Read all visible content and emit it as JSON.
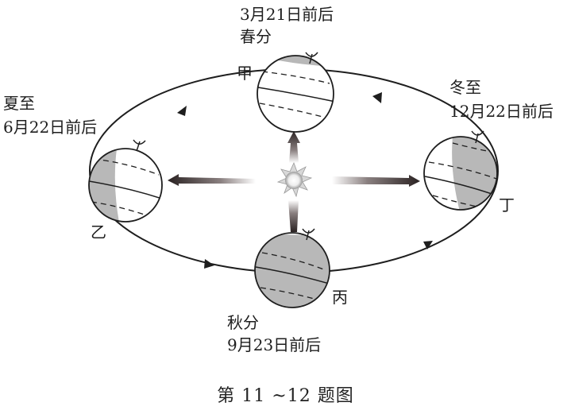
{
  "diagram": {
    "type": "earth-orbit-solstice-equinox",
    "caption": "第 11 ~12 题图",
    "sun": {
      "name": "sun-icon"
    },
    "orbit_direction": "counterclockwise",
    "positions": [
      {
        "id": "jia",
        "marker": "甲",
        "term": "春分",
        "date": "3月21日前后"
      },
      {
        "id": "yi",
        "marker": "乙",
        "term": "夏至",
        "date": "6月22日前后"
      },
      {
        "id": "bing",
        "marker": "丙",
        "term": "秋分",
        "date": "9月23日前后"
      },
      {
        "id": "ding",
        "marker": "丁",
        "term": "冬至",
        "date": "12月22日前后"
      }
    ]
  },
  "colors": {
    "line": "#1e1e1e",
    "shade": "#b8b8b8",
    "arrow": "#3a2f2f"
  }
}
